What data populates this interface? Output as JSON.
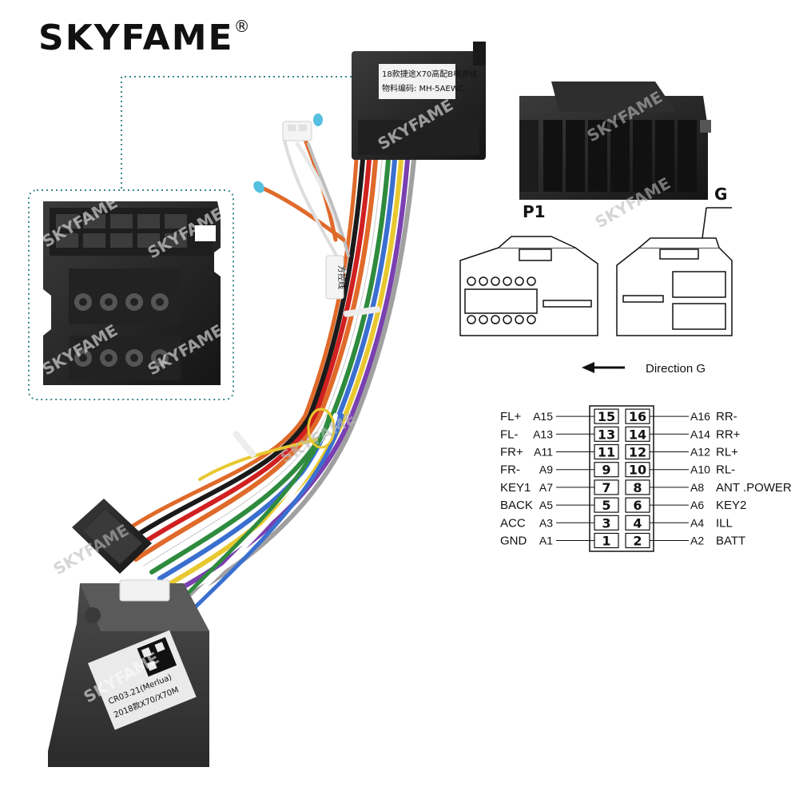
{
  "brand": {
    "name": "SKYFAME",
    "reg": "®"
  },
  "watermarks": [
    "SKYFAME",
    "SKYFAME",
    "SKYFAME",
    "SKYFAME",
    "SKYFAME",
    "SKYFAME",
    "SKYFAME",
    "SKYFAME",
    "SKYFAME",
    "SKYFAME"
  ],
  "harness_tag": {
    "line1": "18款捷途X70高配B电源线",
    "line2": "物料编码: MH-5AEWC"
  },
  "wire_tag": "方控线",
  "connector_labels": {
    "p1": "P1",
    "g": "G"
  },
  "direction_label": "Direction G",
  "pinout": {
    "left": [
      {
        "pin": "15",
        "a": "A15",
        "name": "FL+"
      },
      {
        "pin": "13",
        "a": "A13",
        "name": "FL-"
      },
      {
        "pin": "11",
        "a": "A11",
        "name": "FR+"
      },
      {
        "pin": "9",
        "a": "A9",
        "name": "FR-"
      },
      {
        "pin": "7",
        "a": "A7",
        "name": "KEY1"
      },
      {
        "pin": "5",
        "a": "A5",
        "name": "BACK"
      },
      {
        "pin": "3",
        "a": "A3",
        "name": "ACC"
      },
      {
        "pin": "1",
        "a": "A1",
        "name": "GND"
      }
    ],
    "right": [
      {
        "pin": "16",
        "a": "A16",
        "name": "RR-"
      },
      {
        "pin": "14",
        "a": "A14",
        "name": "RR+"
      },
      {
        "pin": "12",
        "a": "A12",
        "name": "RL+"
      },
      {
        "pin": "10",
        "a": "A10",
        "name": "RL-"
      },
      {
        "pin": "8",
        "a": "A8",
        "name": "ANT .POWER"
      },
      {
        "pin": "6",
        "a": "A6",
        "name": "KEY2"
      },
      {
        "pin": "4",
        "a": "A4",
        "name": "ILL"
      },
      {
        "pin": "2",
        "a": "A2",
        "name": "BATT"
      }
    ]
  },
  "decoder_label": {
    "line1": "CR03.21(Merlua)",
    "line2": "2018款X70/X70M"
  },
  "colors": {
    "connector": "#2a2a2a",
    "panel_border": "#3a8a8a"
  }
}
